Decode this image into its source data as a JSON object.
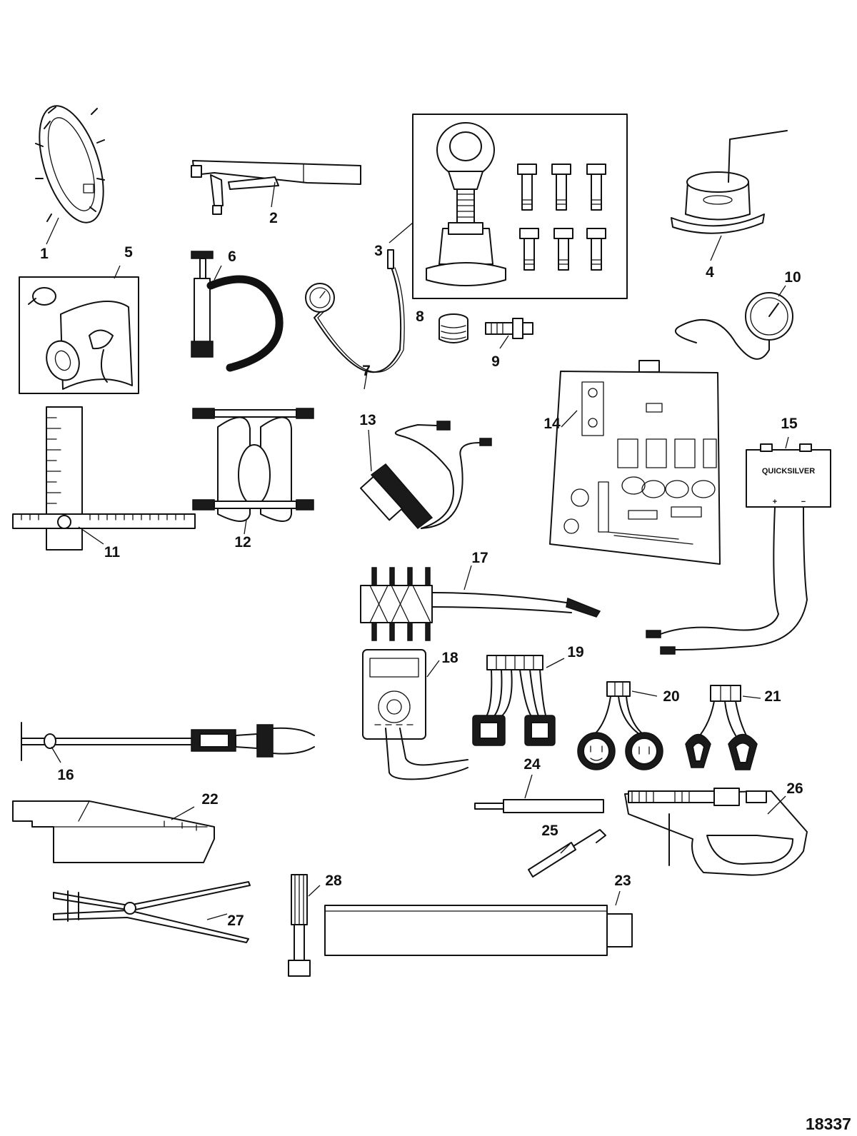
{
  "figure_id": "18337",
  "brand_label": "QUICKSILVER",
  "polarity": {
    "plus": "+",
    "minus": "−"
  },
  "callouts": [
    "1",
    "2",
    "3",
    "4",
    "5",
    "6",
    "7",
    "8",
    "9",
    "10",
    "11",
    "12",
    "13",
    "14",
    "15",
    "16",
    "17",
    "18",
    "19",
    "20",
    "21",
    "22",
    "23",
    "24",
    "25",
    "26",
    "27",
    "28"
  ]
}
